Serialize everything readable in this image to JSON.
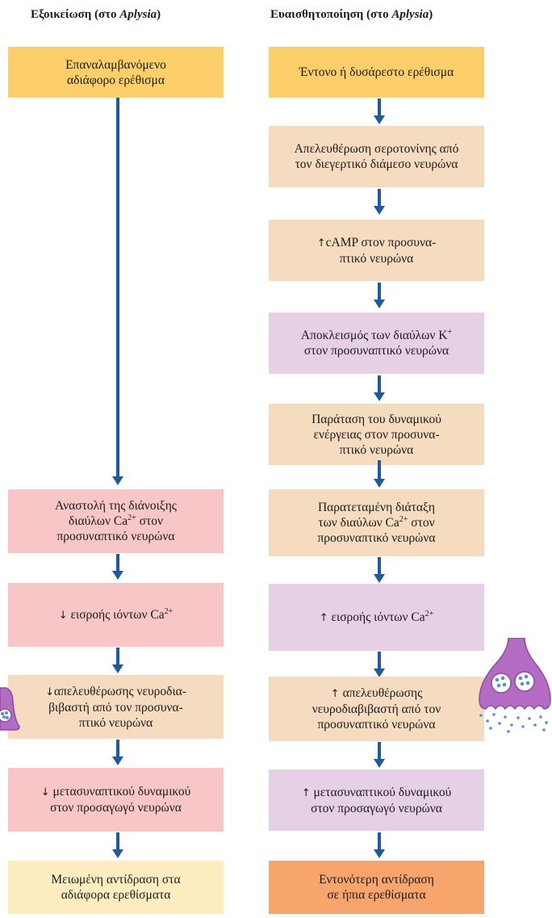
{
  "headings": {
    "left_prefix": "Εξοικείωση (στο ",
    "left_italic": "Aplysia",
    "left_suffix": ")",
    "right_prefix": "Ευαισθητοποίηση (στο ",
    "right_italic": "Aplysia",
    "right_suffix": ")"
  },
  "left": {
    "stimulus": {
      "l1": "Επαναλαμβανόμενο",
      "l2": "αδιάφορο ερέθισμα"
    },
    "ca_channel_block": {
      "l1": "Αναστολή της διάνοιξης",
      "l2a": "διαύλων Ca",
      "l2sup": "2+",
      "l2b": " στον",
      "l3": "προσυναπτικό νευρώνα"
    },
    "ca_influx": {
      "arrow": "↓",
      "text": " εισροής ιόντων  Ca",
      "sup": "2+"
    },
    "transmitter_release": {
      "arrow": "↓",
      "l1": "απελευθέρωσης νευροδια-",
      "l2": "βιβαστή από τον προσυνα-",
      "l3": "πτικό νευρώνα"
    },
    "postsynaptic_potential": {
      "arrow": "↓",
      "l1": " μετασυναπτικού δυναμικού",
      "l2": "στον προσαγωγό νευρώνα"
    },
    "outcome": {
      "l1": "Μειωμένη αντίδραση στα",
      "l2": "αδιάφορα ερεθίσματα"
    }
  },
  "right": {
    "stimulus": {
      "l1": "Έντονο ή δυσάρεστο ερέθισμα"
    },
    "serotonin": {
      "l1": "Απελευθέρωση σεροτονίνης από",
      "l2": "τον διεγερτικό διάμεσο νευρώνα"
    },
    "camp": {
      "arrow": "↑",
      "l1": "cAMP στον προσυνα-",
      "l2": "πτικό νευρώνα"
    },
    "k_block": {
      "l1a": "Αποκλεισμός των διαύλων K",
      "l1sup": "+",
      "l2": "στον προσυναπτικό νευρώνα"
    },
    "ap_prolong": {
      "l1": "Παράταση του δυναμικού",
      "l2": "ενέργειας στον προσυνα-",
      "l3": "πτικό νευρώνα"
    },
    "ca_channel_open": {
      "l1": "Παρατεταμένη διάταξη",
      "l2a": "των διαύλων Ca",
      "l2sup": "2+",
      "l2b": " στον",
      "l3": "προσυναπτικό νευρώνα"
    },
    "ca_influx": {
      "arrow": "↑",
      "text": " εισροής ιόντων Ca",
      "sup": "2+"
    },
    "transmitter_release": {
      "arrow": "↑",
      "l1": " απελευθέρωσης",
      "l2": "νευροδιαβιβαστή από τον",
      "l3": "προσυναπτικό νευρώνα"
    },
    "postsynaptic_potential": {
      "arrow": "↑",
      "l1": " μετασυναπτικού δυναμικού",
      "l2": "στον προσαγωγό νευρώνα"
    },
    "outcome": {
      "l1": "Εντονότερη αντίδραση",
      "l2": "σε ήπια ερεθίσματα"
    }
  },
  "colors": {
    "yellow": "#fccf6b",
    "beige": "#f5dbc0",
    "pink": "#f8c6c6",
    "purple": "#e6d0e6",
    "cream": "#ffedc2",
    "orange": "#f7a56c",
    "arrow": "#1f5a9f",
    "terminal": "#b36bc4"
  }
}
